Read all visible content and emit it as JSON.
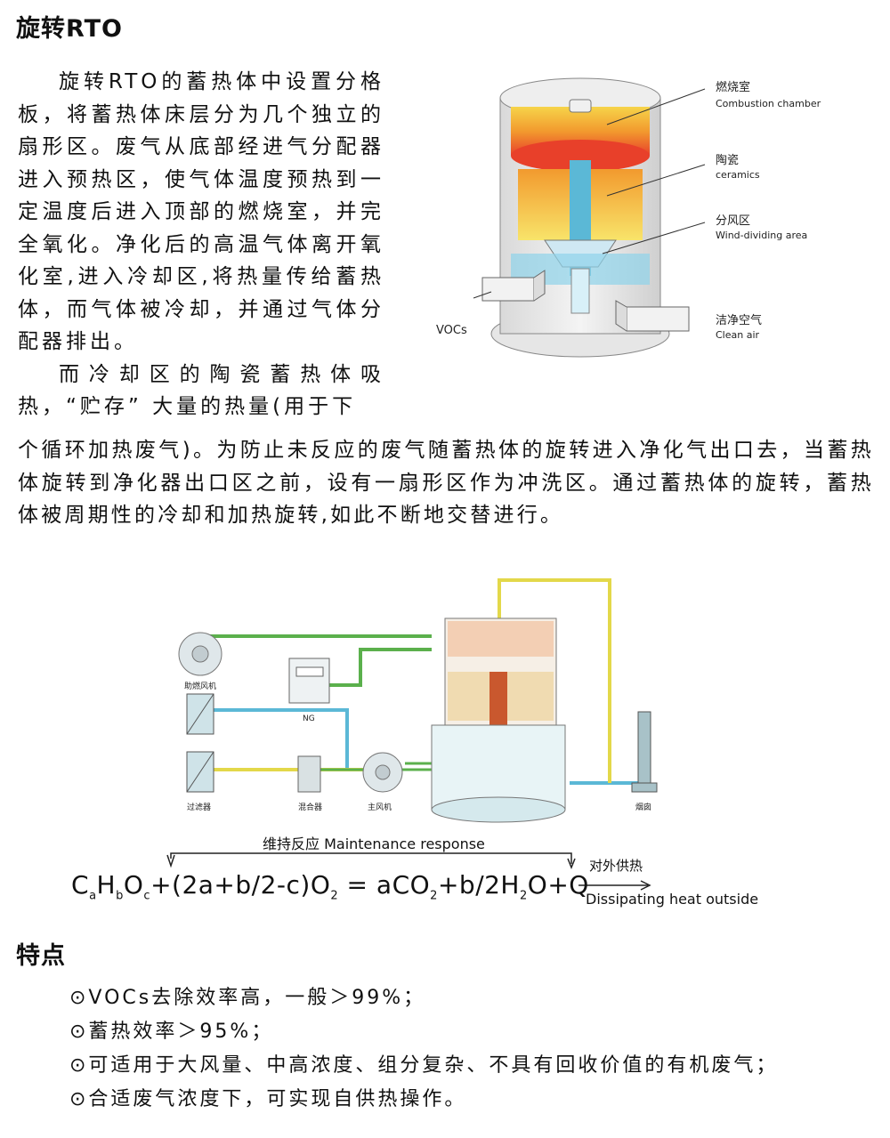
{
  "title": "旋转RTO",
  "intro_paragraphs": [
    "旋转RTO的蓄热体中设置分格板，将蓄热体床层分为几个独立的扇形区。废气从底部经进气分配器进入预热区，使气体温度预热到一定温度后进入顶部的燃烧室，并完全氧化。净化后的高温气体离开氧化室,进入冷却区,将热量传给蓄热体，而气体被冷却，并通过气体分配器排出。",
    "而冷却区的陶瓷蓄热体吸热，“贮存” 大量的热量(用于下"
  ],
  "continuation": "个循环加热废气)。为防止未反应的废气随蓄热体的旋转进入净化气出口去，当蓄热体旋转到净化器出口区之前，设有一扇形区作为冲洗区。通过蓄热体的旋转，蓄热体被周期性的冷却和加热旋转,如此不断地交替进行。",
  "figure1": {
    "labels": {
      "combustion_cn": "燃烧室",
      "combustion_en": "Combustion chamber",
      "ceramics_cn": "陶瓷",
      "ceramics_en": "ceramics",
      "wind_cn": "分风区",
      "wind_en": "Wind-dividing area",
      "vocs": "VOCs",
      "clean_cn": "洁净空气",
      "clean_en": "Clean air"
    }
  },
  "figure2": {
    "labels": {
      "fan": "助燃风机",
      "ng": "NG",
      "filter": "过滤器",
      "mixer": "混合器",
      "main_fan": "主风机",
      "chimney": "烟囱"
    }
  },
  "equation": {
    "top_label": "维持反应 Maintenance response",
    "right_label_cn": "对外供热",
    "right_label_en": "Dissipating heat  outside"
  },
  "features_title": "特点",
  "features": [
    "⊙VOCs去除效率高，一般＞99%；",
    "⊙蓄热效率＞95%；",
    "⊙可适用于大风量、中高浓度、组分复杂、不具有回收价值的有机废气；",
    "⊙合适废气浓度下，可实现自供热操作。"
  ],
  "colors": {
    "pipe_green": "#5bb04c",
    "pipe_blue": "#5bb8d6",
    "pipe_yellow": "#e3d84a",
    "flame_red": "#e8402a",
    "flame_yellow": "#f8c93a"
  }
}
